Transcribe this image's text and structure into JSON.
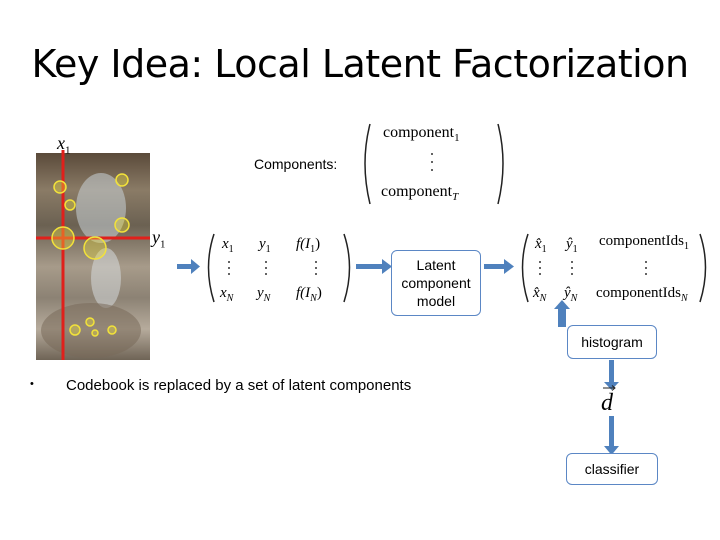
{
  "slide": {
    "title": "Key Idea: Local Latent Factorization",
    "components_label": "Components:",
    "component_first": "component",
    "component_first_sub": "1",
    "component_last": "component",
    "component_last_sub": "T",
    "x1_label": "x",
    "x1_sub": "1",
    "y1_label": "y",
    "y1_sub": "1",
    "matrix_left": {
      "row1": [
        "x",
        "y",
        "f("
      ],
      "rowN": [
        "x",
        "y",
        "f("
      ]
    },
    "latent_box": "Latent component model",
    "matrix_right": {
      "row1_ids": "componentIds",
      "rowN_ids": "componentIds"
    },
    "histogram_box": "histogram",
    "d_label": "d",
    "classifier_box": "classifier",
    "bullet_text": "Codebook is replaced by a set of latent components"
  },
  "colors": {
    "box_border": "#5b87c5",
    "arrow": "#4f81bd",
    "crosshair": "#e0201b",
    "keypoint": "#f2e23a"
  }
}
